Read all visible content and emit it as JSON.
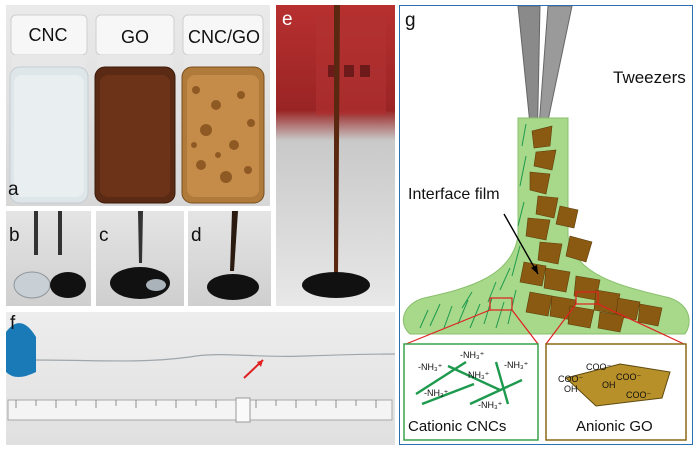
{
  "panels": {
    "a": {
      "label": "a",
      "vials": [
        "CNC",
        "GO",
        "CNC/GO"
      ]
    },
    "b": {
      "label": "b"
    },
    "c": {
      "label": "c"
    },
    "d": {
      "label": "d"
    },
    "e": {
      "label": "e"
    },
    "f": {
      "label": "f"
    },
    "g": {
      "label": "g",
      "tweezers_label": "Tweezers",
      "interface_label": "Interface film",
      "cnc_box_title": "Cationic CNCs",
      "go_box_title": "Anionic GO",
      "nh3_labels": [
        "-NH₃⁺",
        "-NH₃⁺",
        "NH₃⁺",
        "-NH₃⁺",
        "-NH₃⁺",
        "-NH₃⁺"
      ],
      "go_labels": [
        "COO⁻",
        "COO⁻",
        "OH",
        "COO⁻",
        "OH",
        "COO⁻"
      ]
    }
  },
  "colors": {
    "cnc_green": "#1e9a4e",
    "film_green": "#a8d88a",
    "go_brown": "#8a5a12",
    "panel_border": "#2a6fb0",
    "box_green": "#3aa24a",
    "box_brown": "#8a6a16",
    "arrow_red": "#e02020"
  }
}
